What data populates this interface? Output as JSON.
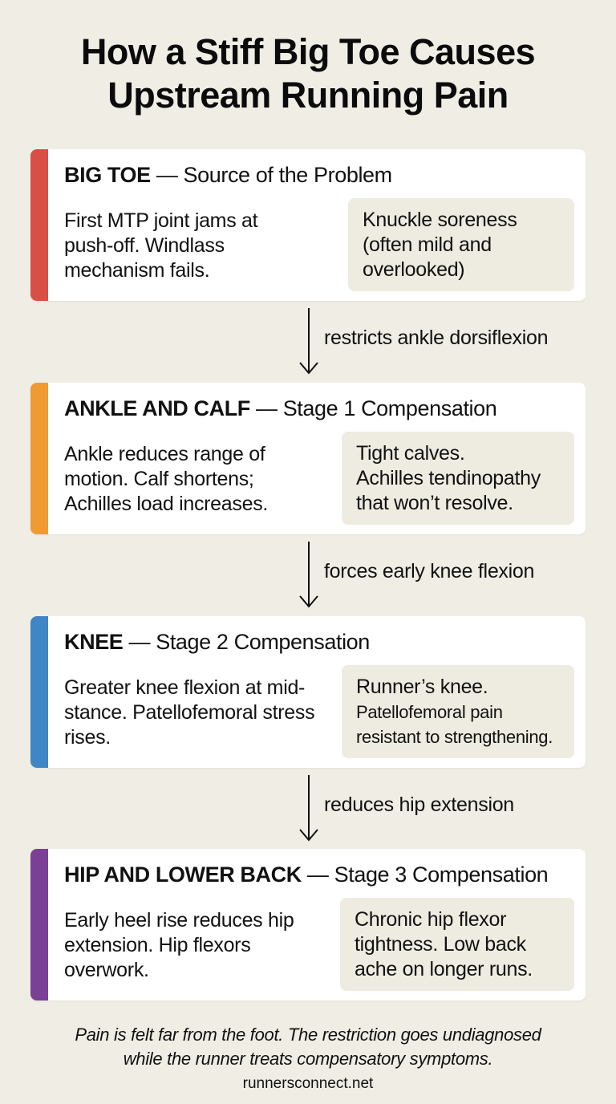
{
  "title": {
    "line1": "How a Stiff Big Toe Causes",
    "line2": "Upstream Running Pain"
  },
  "stages": [
    {
      "region": "BIG TOE",
      "subtitle": " — Source of the Problem",
      "color": "#d94f45",
      "description": "First MTP joint jams at push-off. Windlass mechanism fails.",
      "symptom_line1": "Knuckle soreness",
      "symptom_rest": "(often mild and overlooked)"
    },
    {
      "region": "ANKLE AND CALF",
      "subtitle": " — Stage 1 Compensation",
      "color": "#f09a33",
      "description": "Ankle reduces range of motion. Calf shortens; Achilles load increases.",
      "symptom_line1": "Tight calves.",
      "symptom_rest": "Achilles tendinopathy that won’t resolve."
    },
    {
      "region": "KNEE",
      "subtitle": " — Stage 2 Compensation",
      "color": "#3f86c6",
      "description": "Greater knee flexion at mid-stance. Patellofemoral stress rises.",
      "symptom_line1": "Runner’s knee.",
      "symptom_rest": "Patellofemoral pain resistant to strengthening."
    },
    {
      "region": "HIP AND LOWER BACK",
      "subtitle": " — Stage 3 Compensation",
      "color": "#7b3f98",
      "description": "Early heel rise reduces hip extension. Hip flexors overwork.",
      "symptom_line1": "Chronic hip flexor",
      "symptom_rest": "tightness. Low back ache on longer runs."
    }
  ],
  "connectors": [
    "restricts ankle dorsiflexion",
    "forces early knee flexion",
    "reduces hip extension"
  ],
  "footnote": {
    "line1": "Pain is felt far from the foot. The restriction goes undiagnosed",
    "line2": "while the runner treats compensatory symptoms."
  },
  "source": "runnersconnect.net"
}
